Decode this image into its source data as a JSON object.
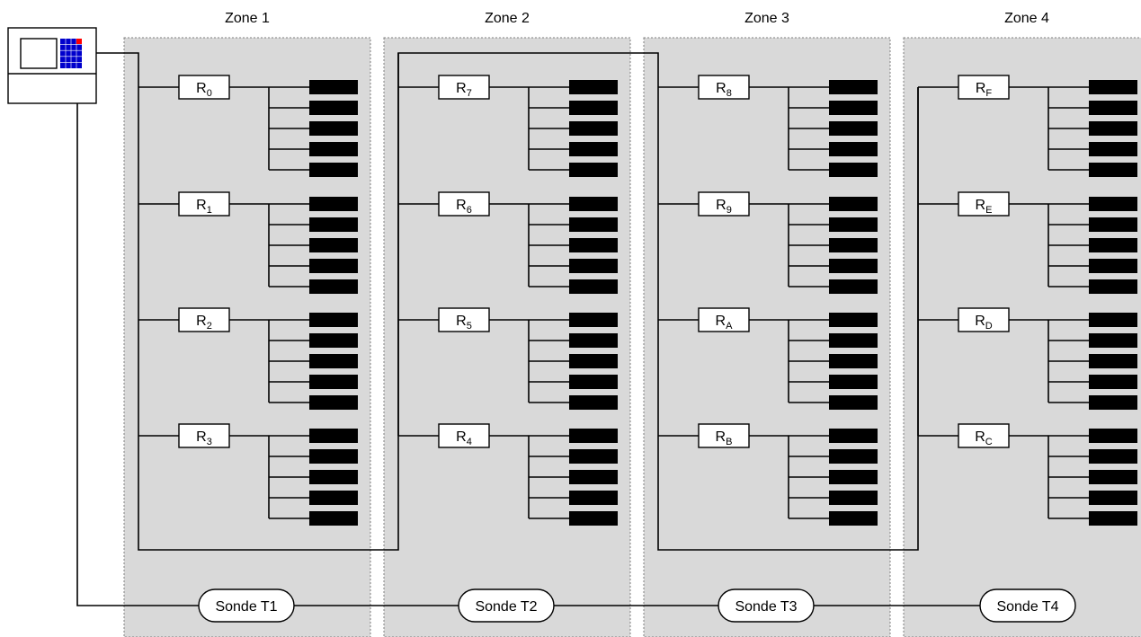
{
  "zones": [
    {
      "label": "Zone 1",
      "relays": [
        "0",
        "1",
        "2",
        "3"
      ],
      "probe": "Sonde T1"
    },
    {
      "label": "Zone 2",
      "relays": [
        "7",
        "6",
        "5",
        "4"
      ],
      "probe": "Sonde T2"
    },
    {
      "label": "Zone 3",
      "relays": [
        "8",
        "9",
        "A",
        "B"
      ],
      "probe": "Sonde T3"
    },
    {
      "label": "Zone 4",
      "relays": [
        "F",
        "E",
        "D",
        "C"
      ],
      "probe": "Sonde T4"
    }
  ],
  "relay_prefix": "R",
  "heaters_per_relay": 5,
  "controller": {
    "indicator_color": "#ff0000",
    "panel_color": "#0000cc"
  },
  "colors": {
    "zone_background": "#d9d9d9",
    "zone_border": "#7f7f7f",
    "heater": "#000000"
  }
}
